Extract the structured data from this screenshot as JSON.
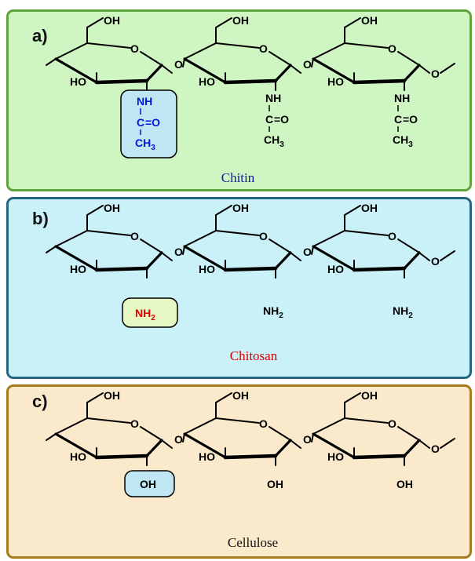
{
  "colors": {
    "panel_a_fill": "#cff5c3",
    "panel_a_border": "#5fa33a",
    "panel_b_fill": "#c9f1f7",
    "panel_b_border": "#23667f",
    "panel_c_fill": "#fbe9cc",
    "panel_c_border": "#a87a1c",
    "chitin_highlight_fill": "#bfe6f2",
    "chitosan_highlight_fill": "#e6f7c4",
    "cellulose_highlight_fill": "#bfe6f2",
    "acetamido_text": "#0018d6",
    "amine_text": "#e00000",
    "chitin_caption": "#1a1aa8",
    "chitosan_caption": "#d40000",
    "cellulose_caption": "#111111"
  },
  "atoms": {
    "oh": "OH",
    "o": "O",
    "ho": "HO",
    "nh": "NH",
    "c": "C",
    "eq_o": "=O",
    "ch3": "CH3",
    "ch_base": "CH",
    "sub3": "3",
    "nh_base": "NH",
    "sub2": "2"
  },
  "panels": [
    {
      "letter": "a)",
      "caption": "Chitin",
      "substituent": "acetamido"
    },
    {
      "letter": "b)",
      "caption": "Chitosan",
      "substituent": "amine"
    },
    {
      "letter": "c)",
      "caption": "Cellulose",
      "substituent": "hydroxyl"
    }
  ]
}
